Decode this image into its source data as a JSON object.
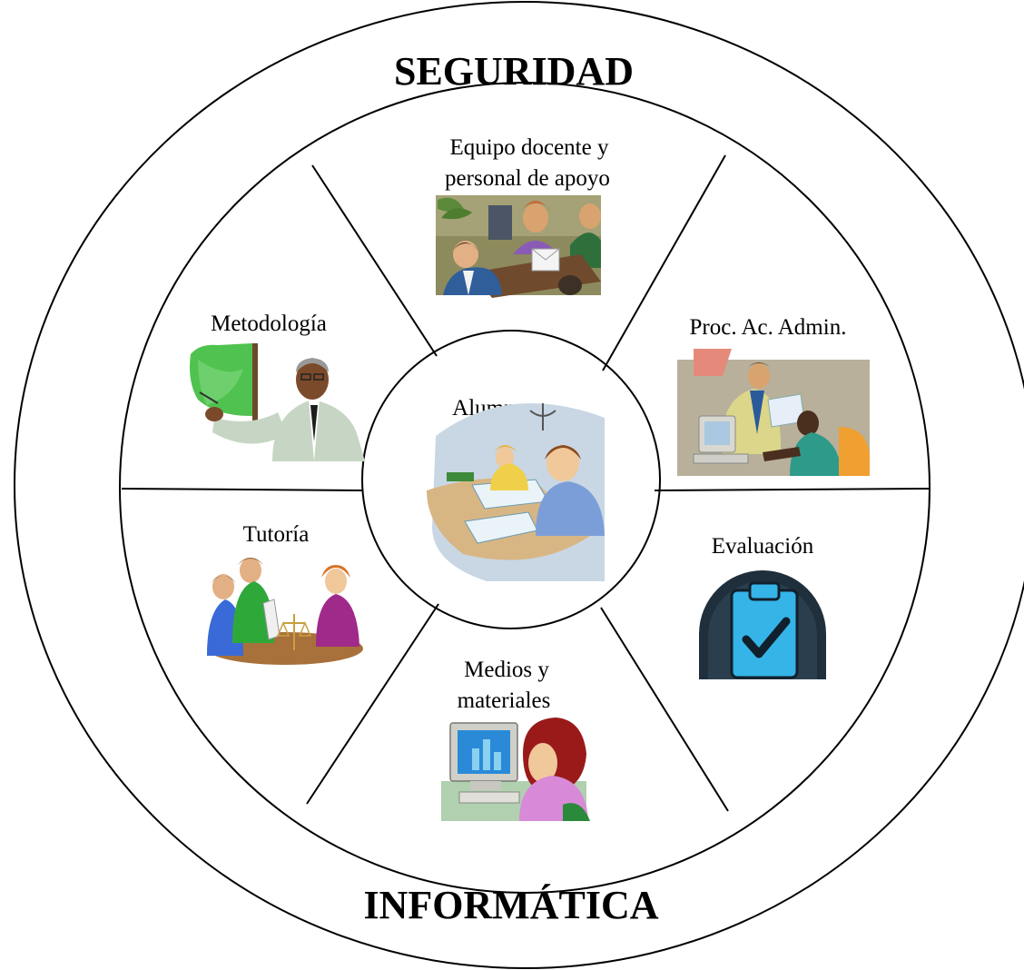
{
  "outer_ring": {
    "top_label": "SEGURIDAD",
    "bottom_label": "INFORMÁTICA"
  },
  "center": {
    "label": "Alumnos",
    "illustration": "students-studying-clipart"
  },
  "segments": {
    "top": {
      "label_line1": "Equipo docente y",
      "label_line2": "personal de apoyo",
      "illustration": "team-meeting-clipart"
    },
    "upper_right": {
      "label": "Proc. Ac. Admin.",
      "illustration": "office-administration-clipart"
    },
    "lower_right": {
      "label": "Evaluación",
      "illustration": "clipboard-checkmark-icon"
    },
    "bottom": {
      "label_line1": "Medios y",
      "label_line2": "materiales",
      "illustration": "woman-computer-clipart"
    },
    "lower_left": {
      "label": "Tutoría",
      "illustration": "tutoring-meeting-clipart"
    },
    "upper_left": {
      "label": "Metodología",
      "illustration": "teacher-blackboard-clipart"
    }
  },
  "colors": {
    "line": "#000000",
    "clipboard_blue": "#35b4e8",
    "clipboard_dark": "#1f2f3c",
    "board_green": "#4fc24f"
  }
}
